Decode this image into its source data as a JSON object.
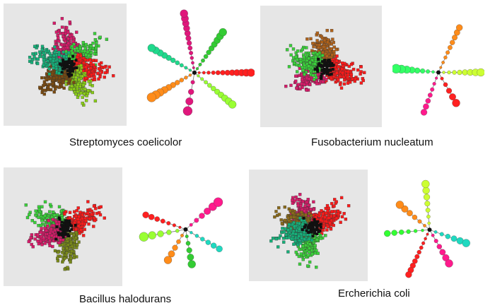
{
  "figures": [
    {
      "species": "Streptomyces coelicolor",
      "scatter_colors": [
        "#d81b6a",
        "#3bd13b",
        "#ff1a1a",
        "#8acd18",
        "#7a4b12",
        "#16b07a"
      ],
      "tree_colors": [
        "#e0177c",
        "#33cc33",
        "#ff2020",
        "#99ff33",
        "#ff8c1a",
        "#1fd98c"
      ]
    },
    {
      "species": "Fusobacterium nucleatum",
      "scatter_colors": [
        "#b0621a",
        "#ff1a1a",
        "#d81b6a",
        "#3bd13b"
      ],
      "tree_colors": [
        "#ff8c1a",
        "#ccff33",
        "#ff1a8c",
        "#33ff66",
        "#ff2020"
      ]
    },
    {
      "species": "Bacillus halodurans",
      "scatter_colors": [
        "#3bd13b",
        "#ff1a1a",
        "#7a8a1a",
        "#d81b6a"
      ],
      "tree_colors": [
        "#ff2020",
        "#ff1a8c",
        "#99ff33",
        "#ff8c1a",
        "#1fd9c0",
        "#33cc33"
      ]
    },
    {
      "species": "Ercherichia coli",
      "scatter_colors": [
        "#d81b6a",
        "#ff1a1a",
        "#3bd13b",
        "#8a6a1a",
        "#16b07a"
      ],
      "tree_colors": [
        "#ccff33",
        "#ff8c1a",
        "#ff1a8c",
        "#1fd9c0",
        "#33ff33",
        "#ff2020"
      ]
    }
  ]
}
